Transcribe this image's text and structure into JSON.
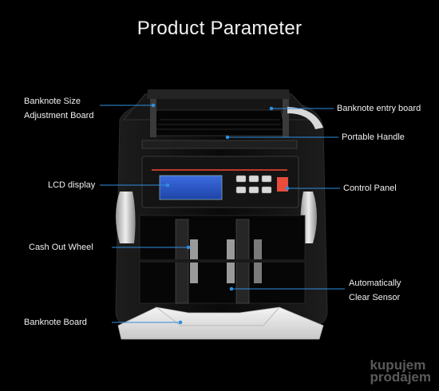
{
  "title": "Product Parameter",
  "labels": {
    "size_board_1": "Banknote Size",
    "size_board_2": "Adjustment Board",
    "entry_board": "Banknote entry board",
    "handle": "Portable Handle",
    "lcd": "LCD display",
    "control_panel": "Control Panel",
    "wheel": "Cash Out Wheel",
    "sensor_1": "Automatically",
    "sensor_2": "Clear  Sensor",
    "board": "Banknote Board"
  },
  "watermark": {
    "line1": "kupujem",
    "line2": "prodajem"
  },
  "colors": {
    "background": "#000000",
    "leader_line": "#2f8fe0",
    "machine_body": "#0c0c0c",
    "lcd_screen": "#2b57c9",
    "tray": "#e9e9e9"
  }
}
